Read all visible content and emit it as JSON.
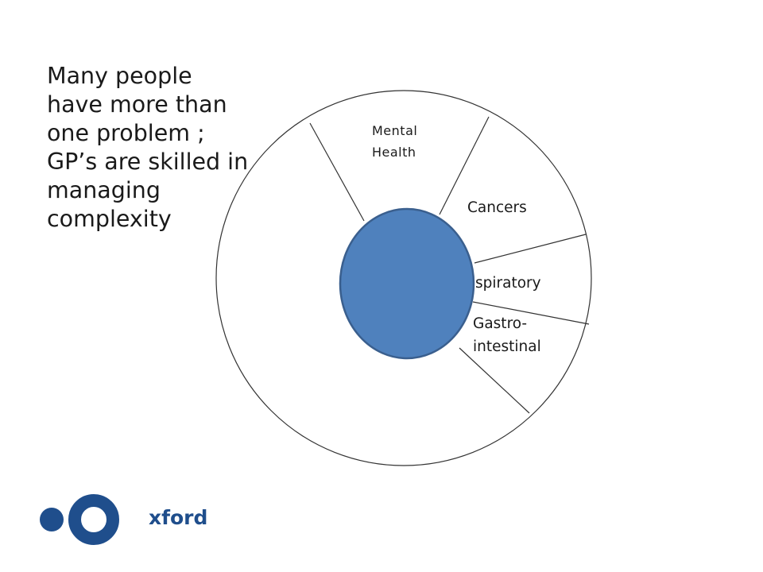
{
  "headline": {
    "lines": [
      "Many people",
      "have more than",
      "one problem ;",
      "GP’s are skilled in",
      "managing",
      "complexity"
    ]
  },
  "diagram": {
    "segments": [
      {
        "label_lines": [
          "Mental",
          "Health"
        ]
      },
      {
        "label_lines": [
          "Cancers"
        ]
      },
      {
        "label_lines": [
          "spiratory"
        ]
      },
      {
        "label_lines": [
          "Gastro-",
          "intestinal"
        ]
      }
    ],
    "colors": {
      "center_fill": "#4f81bd",
      "center_stroke": "#3a5f8e",
      "outline": "#333333"
    }
  },
  "logo": {
    "text": "xford",
    "color": "#1f4e8c"
  }
}
